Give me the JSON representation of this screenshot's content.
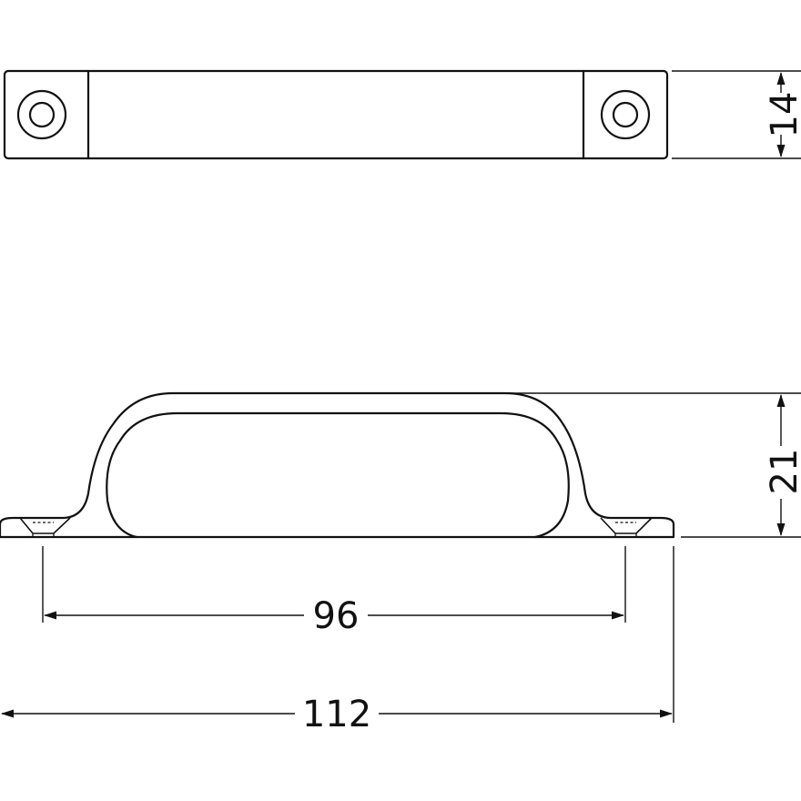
{
  "dimensions": {
    "height_top_view": "14",
    "height_side_view": "21",
    "hole_spacing": "96",
    "overall_length": "112"
  }
}
